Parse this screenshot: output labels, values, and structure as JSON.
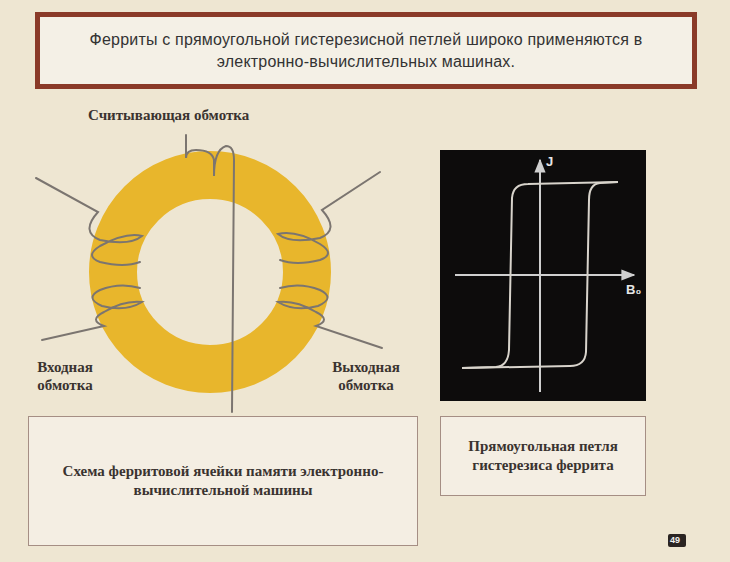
{
  "diagram": {
    "title": "Ферриты с прямоугольной гистерезисной петлей широко применяются в электронно-вычислительных машинах.",
    "nodes": [
      {
        "text": [
          "Схема ферритовой ячейки памяти электронно-вычислительной машины"
        ]
      },
      {
        "text": [
          "Прямоугольная петля гистерезиса феррита"
        ]
      }
    ],
    "labels": [
      "Считывающая обмотка",
      "Входная обмотка",
      "Выходная обмотка",
      "J",
      "B₀",
      "49"
    ]
  }
}
